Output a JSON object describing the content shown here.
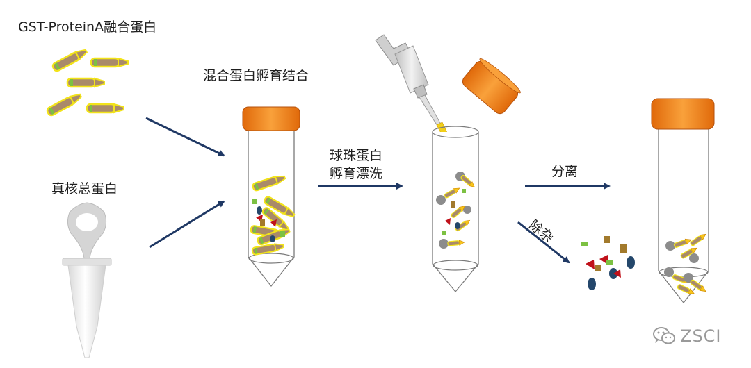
{
  "labels": {
    "gst_fusion": "GST-ProteinA融合蛋白",
    "nuclear_protein": "真核总蛋白",
    "mixed_incubation": "混合蛋白孵育结合",
    "bead_line1": "球珠蛋白",
    "bead_line2": "孵育漂洗",
    "separate": "分离",
    "remove_impurities": "除杂"
  },
  "watermark": {
    "text": "ZSCI",
    "icon": "wechat-icon"
  },
  "colors": {
    "arrow": "#1f3864",
    "cap": "#f58220",
    "protein_body": "#a98a6a",
    "protein_outline": "#f2e31a",
    "tip_yellow": "#f7c51b",
    "bead_gray": "#8c8c8c",
    "impurity_green": "#7cc142",
    "impurity_brown": "#a27a2c",
    "impurity_red": "#c0111a",
    "impurity_blue": "#24476b"
  }
}
